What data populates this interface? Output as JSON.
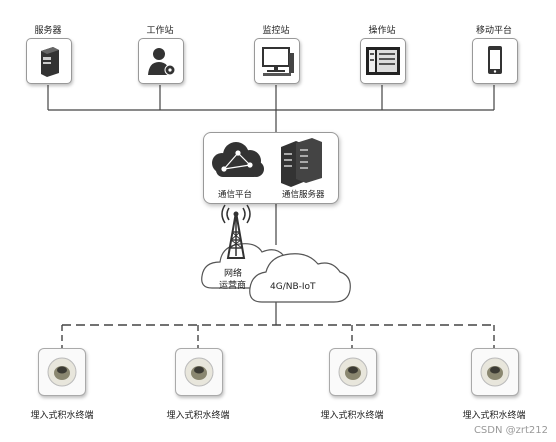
{
  "top_nodes": [
    {
      "label": "服务器",
      "icon": "server-icon"
    },
    {
      "label": "工作站",
      "icon": "workstation-user-icon"
    },
    {
      "label": "监控站",
      "icon": "monitor-computer-icon"
    },
    {
      "label": "操作站",
      "icon": "operator-panel-icon"
    },
    {
      "label": "移动平台",
      "icon": "mobile-phone-icon"
    }
  ],
  "hub": {
    "left_label": "通信平台",
    "right_label": "通信服务器"
  },
  "network": {
    "operator_label_line1": "网络",
    "operator_label_line2": "运营商",
    "protocol_label": "4G/NB-IoT"
  },
  "terminals": [
    {
      "label": "埋入式积水终端"
    },
    {
      "label": "埋入式积水终端"
    },
    {
      "label": "埋入式积水终端"
    },
    {
      "label": "埋入式积水终端"
    }
  ],
  "watermark": "CSDN @zrt212"
}
